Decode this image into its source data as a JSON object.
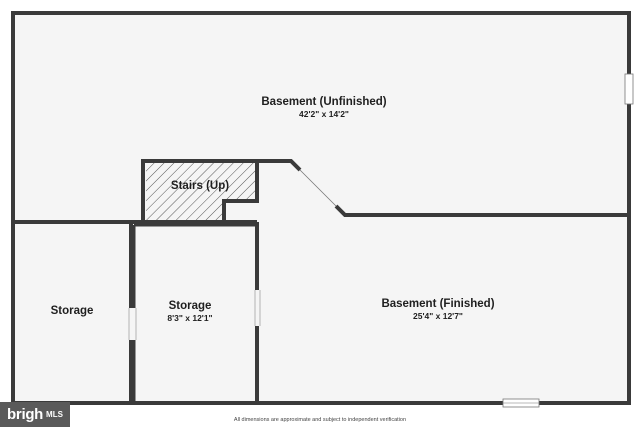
{
  "rooms": {
    "basement_unfinished": {
      "name": "Basement (Unfinished)",
      "dimensions": "42'2\" x 14'2\""
    },
    "stairs": {
      "name": "Stairs (Up)"
    },
    "storage_left": {
      "name": "Storage"
    },
    "storage_center": {
      "name": "Storage",
      "dimensions": "8'3\" x 12'1\""
    },
    "basement_finished": {
      "name": "Basement (Finished)",
      "dimensions": "25'4\" x 12'7\""
    }
  },
  "footer": {
    "disclaimer": "All dimensions are approximate and subject to independent verification"
  },
  "watermark": {
    "word": "brigh",
    "suffix": "MLS"
  },
  "colors": {
    "wall": "#3a3a3a",
    "floor": "#f5f5f5",
    "hatch": "#555555",
    "watermark_bg": "#5a5a5a"
  }
}
